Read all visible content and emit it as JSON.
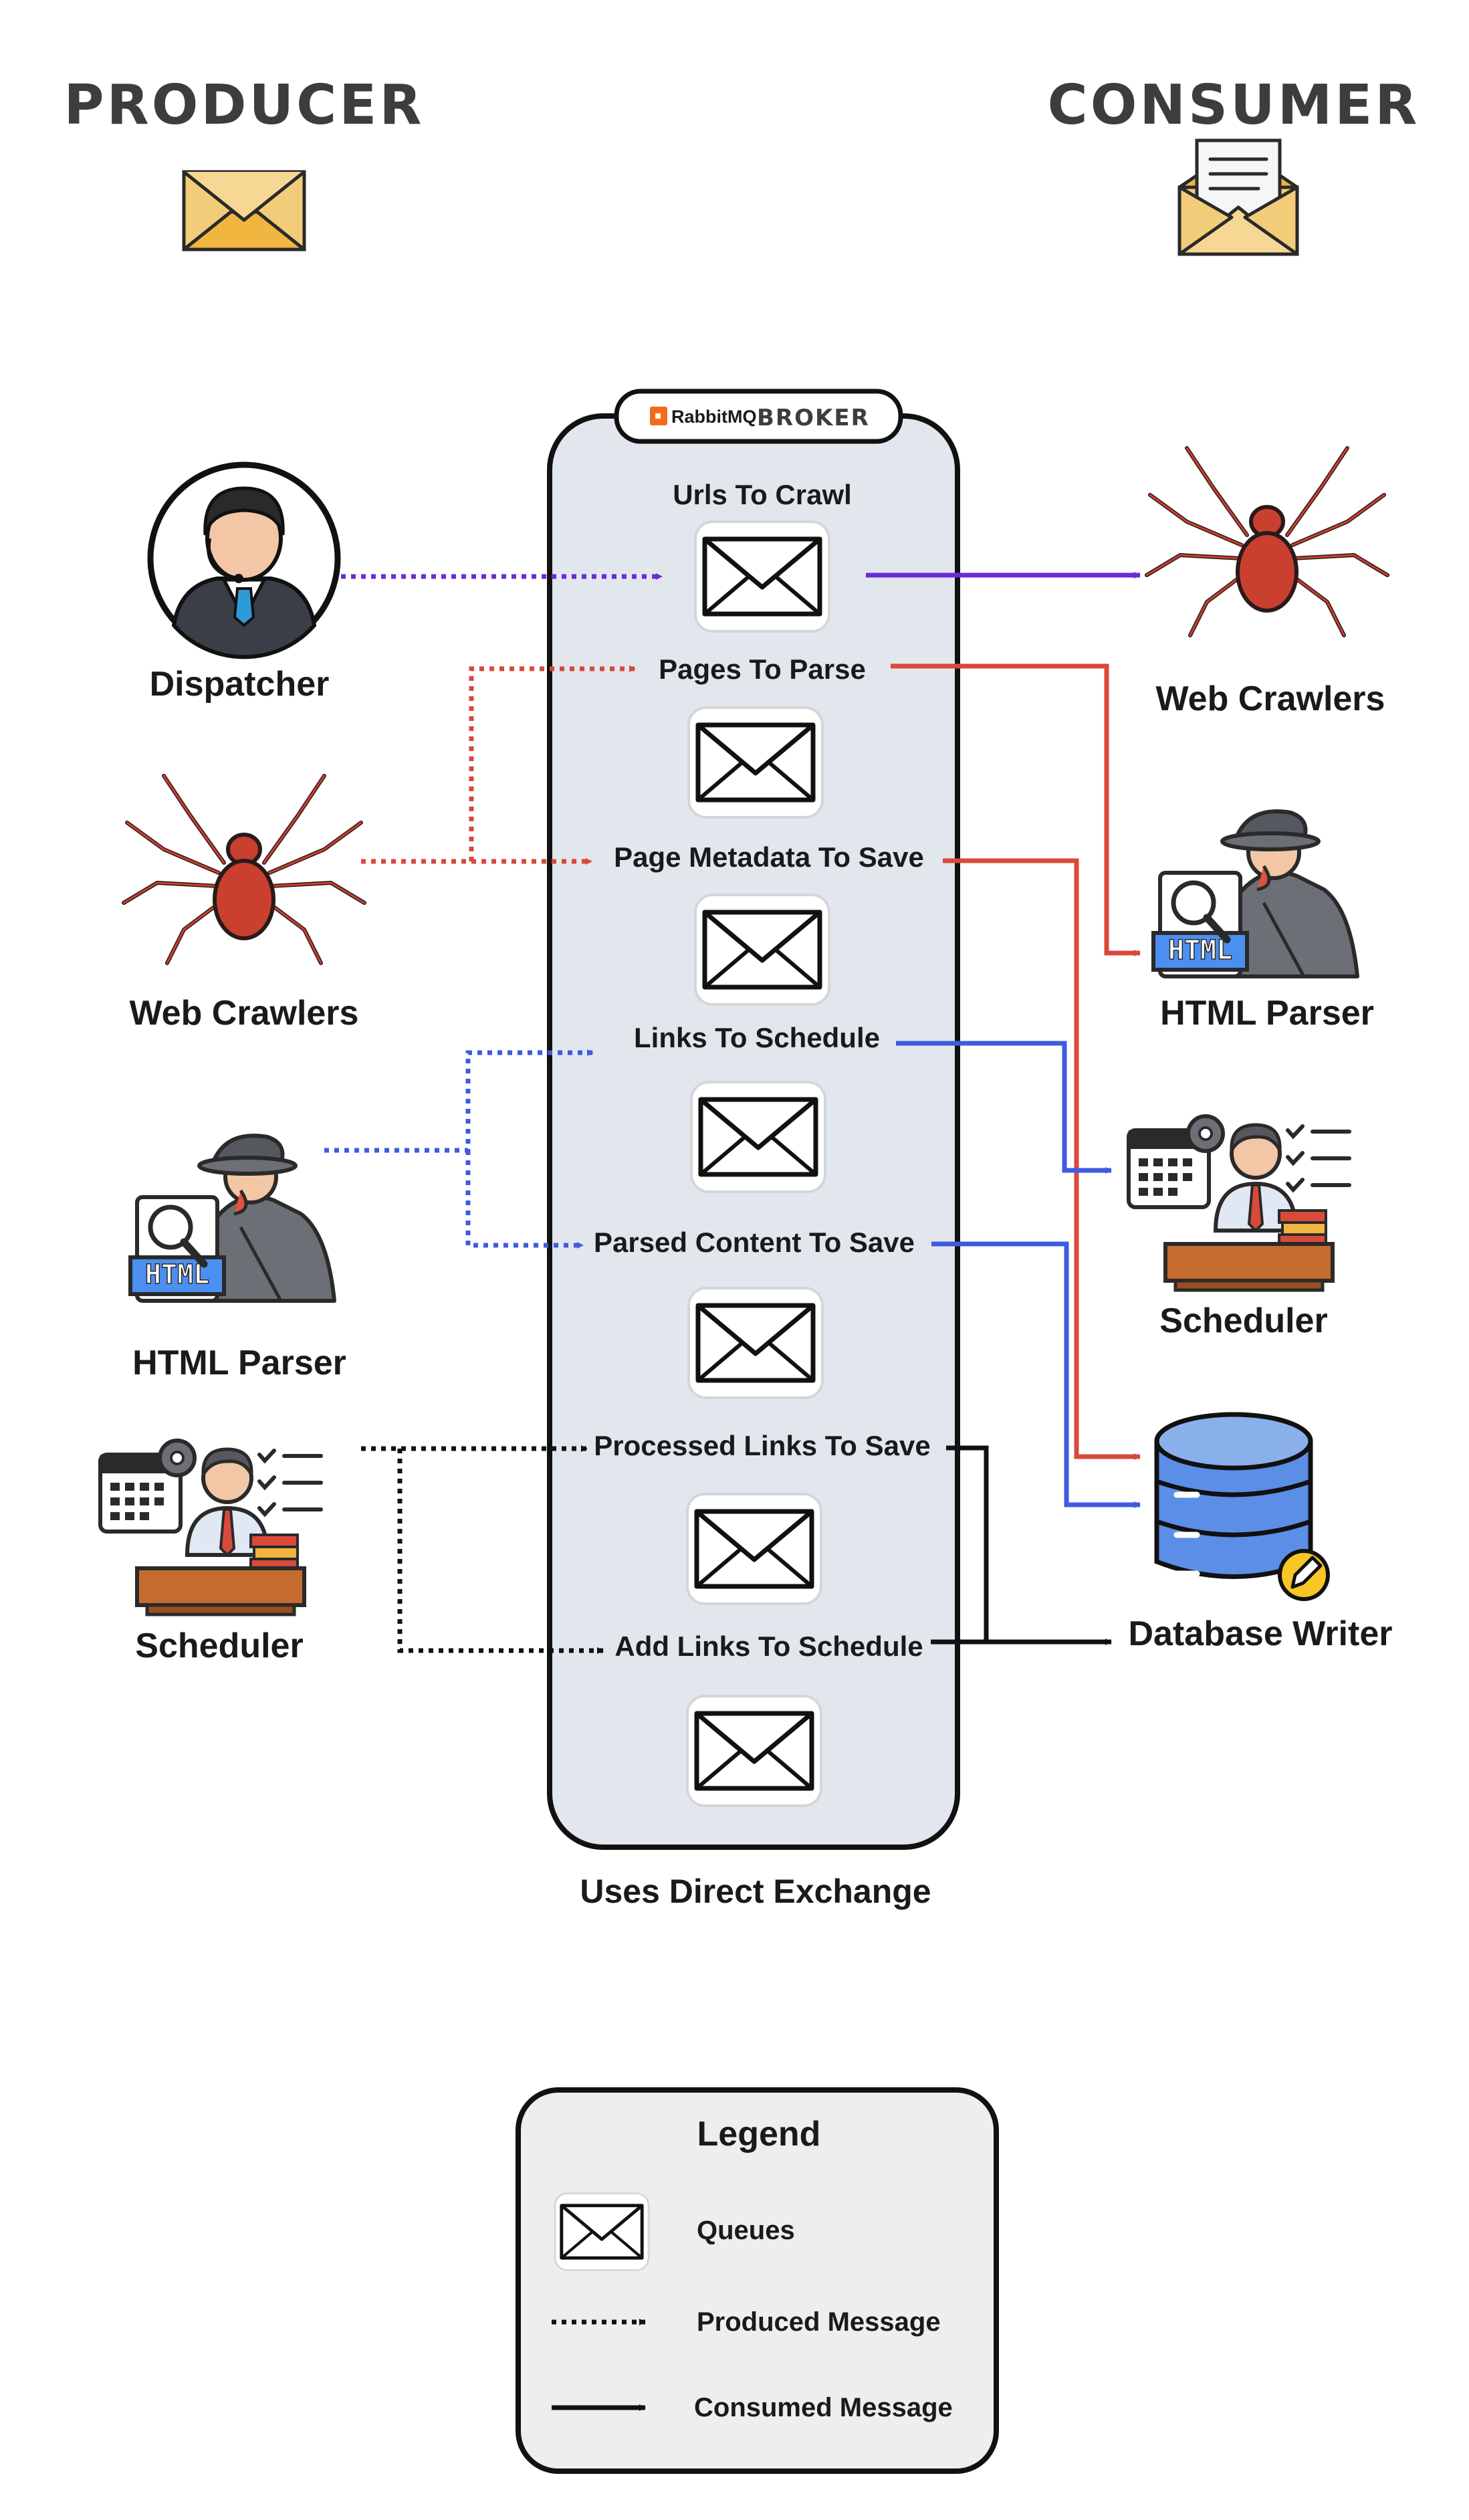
{
  "headers": {
    "producer": "PRODUCER",
    "consumer": "CONSUMER"
  },
  "broker": {
    "brand": "RabbitMQ",
    "label": "BROKER",
    "exchange_note": "Uses Direct Exchange"
  },
  "queues": [
    "Urls To Crawl",
    "Pages To Parse",
    "Page Metadata To Save",
    "Links To Schedule",
    "Parsed Content To Save",
    "Processed Links To Save",
    "Add Links To Schedule"
  ],
  "producers": [
    "Dispatcher",
    "Web Crawlers",
    "HTML Parser",
    "Scheduler"
  ],
  "consumers": [
    "Web Crawlers",
    "HTML Parser",
    "Scheduler",
    "Database Writer"
  ],
  "legend": {
    "title": "Legend",
    "queues": "Queues",
    "produced": "Produced Message",
    "consumed": "Consumed Message"
  },
  "icons": {
    "producer_header": "envelope-icon",
    "consumer_header": "open-envelope-letter-icon",
    "dispatcher": "support-agent-icon",
    "crawler": "spider-icon",
    "parser": "detective-html-icon",
    "scheduler": "scheduler-person-icon",
    "database": "database-edit-icon",
    "queue": "envelope-queue-icon"
  },
  "colors": {
    "dispatcher_flow": "#6a2bd9",
    "crawler_flow": "#d9483b",
    "parser_flow": "#3e5be0",
    "scheduler_flow": "#111111",
    "broker_fill": "#e2e7ed",
    "legend_fill": "#eeeeee"
  }
}
